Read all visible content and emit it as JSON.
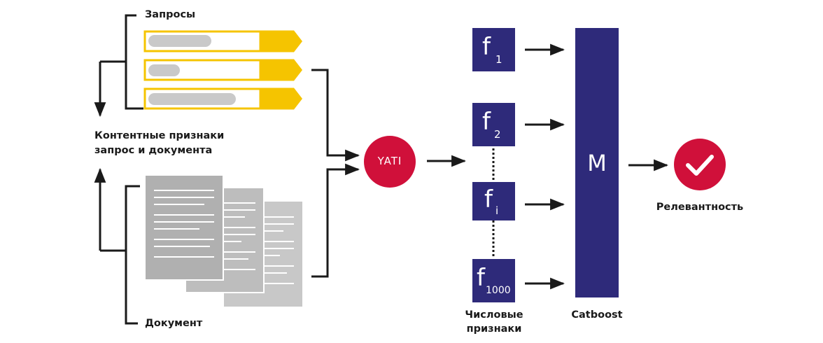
{
  "labels": {
    "queries": "Запросы",
    "content_features_line1": "Контентные признаки",
    "content_features_line2": "запрос и документа",
    "document": "Документ",
    "numeric_features_line1": "Числовые",
    "numeric_features_line2": "признаки",
    "catboost": "Catboost",
    "relevance": "Релевантность"
  },
  "yati": {
    "label": "YATI"
  },
  "features": [
    {
      "base": "f",
      "sub": "1"
    },
    {
      "base": "f",
      "sub": "2"
    },
    {
      "base": "f",
      "sub": "i"
    },
    {
      "base": "f",
      "sub": "1000"
    }
  ],
  "model": {
    "label": "M"
  },
  "colors": {
    "navy": "#2e2a7a",
    "yellow": "#f5c400",
    "red": "#d0103a",
    "gray_doc": "#c8c8c8",
    "gray_bar": "#c9c9c9",
    "line": "#1a1a1a"
  },
  "queries_count": 3,
  "documents_count": 3
}
